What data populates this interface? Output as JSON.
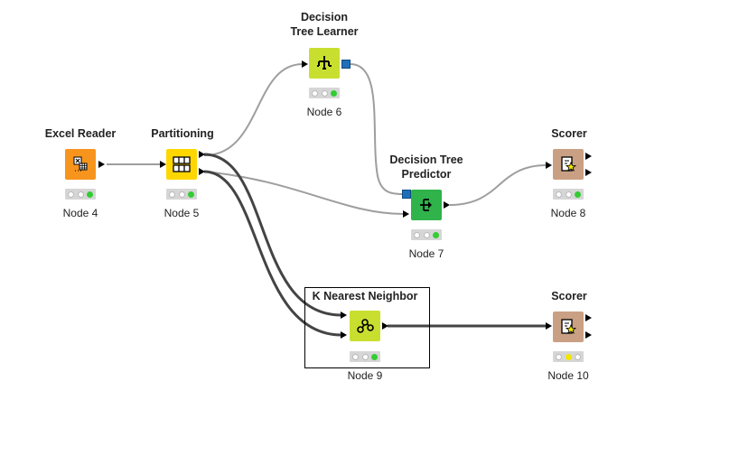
{
  "colors": {
    "reader": "#f7941d",
    "manipulator": "#ffd700",
    "learner": "#c9df2f",
    "predictor": "#2fb34a",
    "scorer": "#c9a084",
    "wire": "#9e9e9e",
    "wire_dark": "#444444"
  },
  "nodes": {
    "excel_reader": {
      "title": "Excel Reader",
      "caption": "Node 4",
      "icon": "excel-reader-icon",
      "status": [
        "off",
        "off",
        "green"
      ]
    },
    "partitioning": {
      "title": "Partitioning",
      "caption": "Node 5",
      "icon": "table-partition-icon",
      "status": [
        "off",
        "off",
        "green"
      ]
    },
    "dt_learner": {
      "title_line1": "Decision",
      "title_line2": "Tree Learner",
      "caption": "Node 6",
      "icon": "tree-learner-icon",
      "status": [
        "off",
        "off",
        "green"
      ]
    },
    "dt_predictor": {
      "title_line1": "Decision Tree",
      "title_line2": "Predictor",
      "caption": "Node 7",
      "icon": "predictor-icon",
      "status": [
        "off",
        "off",
        "green"
      ]
    },
    "scorer_8": {
      "title": "Scorer",
      "caption": "Node 8",
      "icon": "scorer-icon",
      "status": [
        "off",
        "off",
        "green"
      ]
    },
    "knn": {
      "title": "K Nearest Neighbor",
      "caption": "Node 9",
      "icon": "knn-icon",
      "status": [
        "off",
        "off",
        "green"
      ]
    },
    "scorer_10": {
      "title": "Scorer",
      "caption": "Node 10",
      "icon": "scorer-icon",
      "status": [
        "off",
        "yellow",
        "off"
      ]
    }
  }
}
